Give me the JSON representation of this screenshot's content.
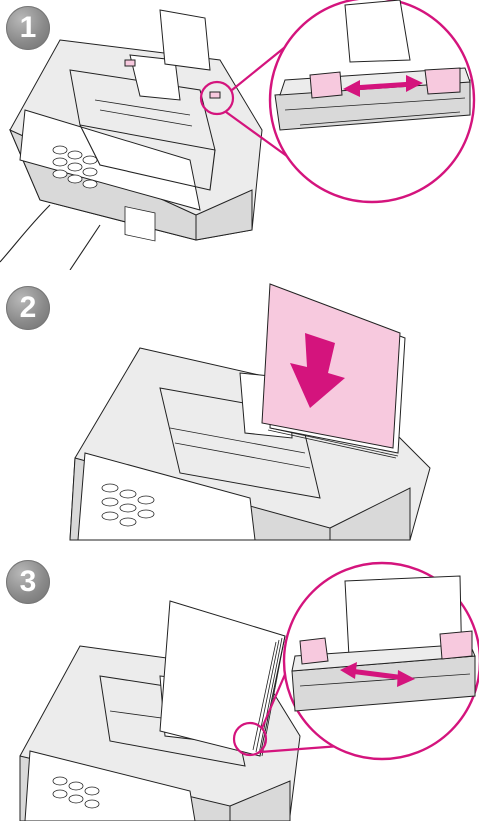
{
  "steps": [
    {
      "number": "1"
    },
    {
      "number": "2"
    },
    {
      "number": "3"
    }
  ],
  "colors": {
    "accent": "#d4147d",
    "paper_pink": "#f7c9de",
    "badge_gray": "#8a8a8a",
    "device_shade": "#d9d9d9"
  }
}
